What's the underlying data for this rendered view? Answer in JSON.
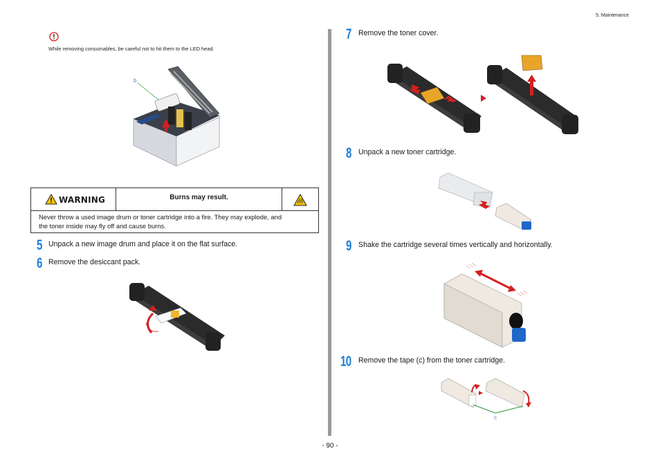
{
  "header": {
    "section": "5. Maintenance"
  },
  "caution": {
    "icon": "caution-exclamation-icon",
    "text": "While removing consumables, be careful not to hit them to the LED head."
  },
  "figure_labels": {
    "b": "b",
    "c": "c"
  },
  "warning_box": {
    "label": "WARNING",
    "title": "Burns may result.",
    "body_line1": "Never throw a used image drum or toner cartridge into a fire. They may explode, and",
    "body_line2": "the toner inside may fly off and cause burns.",
    "icons": [
      "warning-triangle-icon",
      "hot-surface-icon"
    ],
    "colors": {
      "triangle": "#f5c400"
    }
  },
  "steps": [
    {
      "num": "5",
      "text": "Unpack a new image drum and place it on the flat surface."
    },
    {
      "num": "6",
      "text": "Remove the desiccant pack."
    },
    {
      "num": "7",
      "text": "Remove the toner cover."
    },
    {
      "num": "8",
      "text": "Unpack a new toner cartridge."
    },
    {
      "num": "9",
      "text": "Shake the cartridge several times vertically and horizontally."
    },
    {
      "num": "10",
      "text": "Remove the tape (c) from the toner cartridge."
    }
  ],
  "accent_color": "#1e7fd8",
  "arrow_color": "#d42020",
  "footer": {
    "page": "- 90 -"
  }
}
